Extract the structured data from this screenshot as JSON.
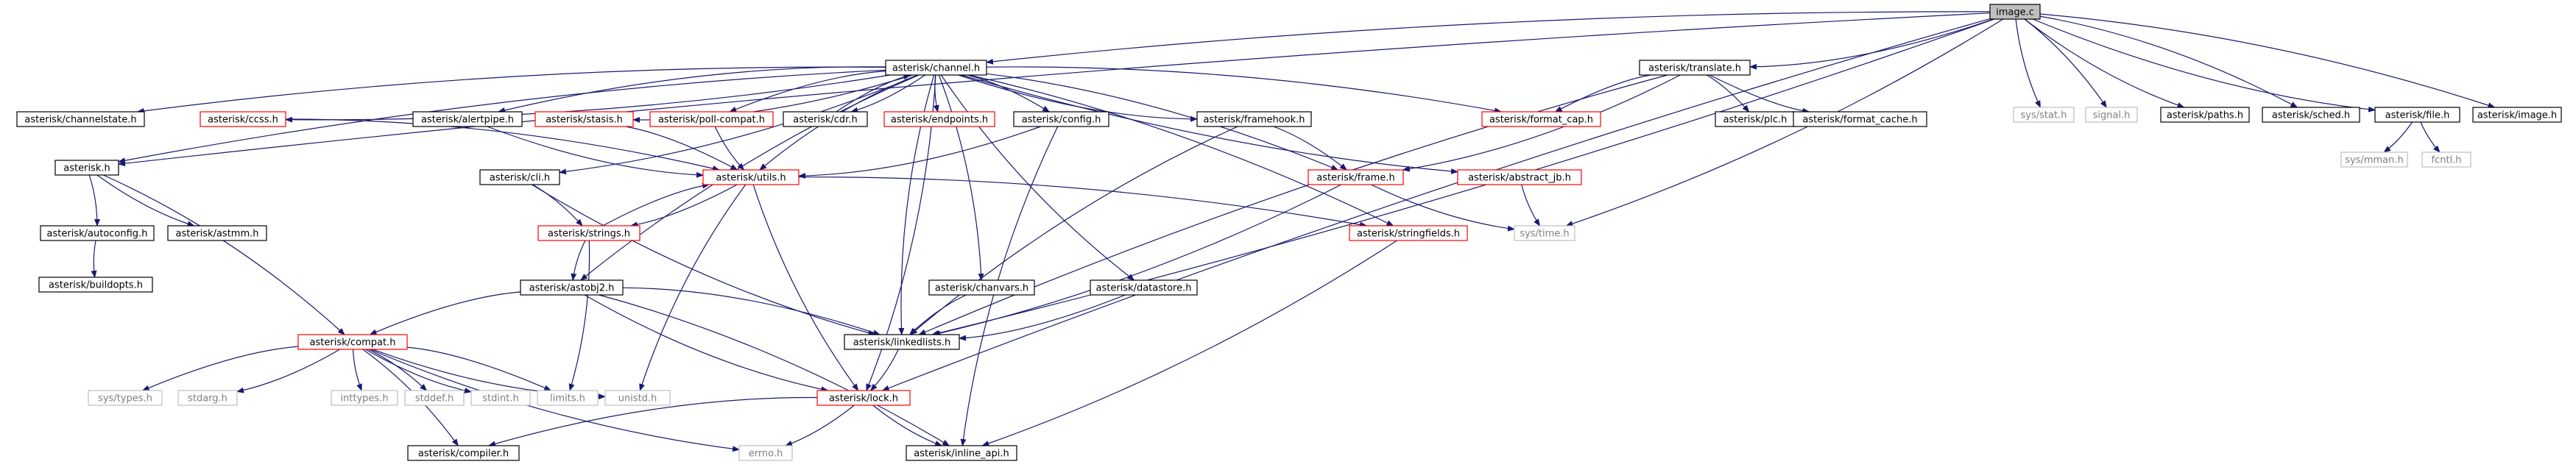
{
  "graph": {
    "colors": {
      "edge": "#191970",
      "root_fill": "#bfbfbf",
      "doc_border": "#000000",
      "partial_border": "#ff0000",
      "missing_border": "#bfbfbf",
      "missing_text": "#7f7f7f"
    },
    "nodes": {
      "image_c": {
        "label": "image.c",
        "kind": "root"
      },
      "channel_h": {
        "label": "asterisk/channel.h",
        "kind": "doc"
      },
      "translate_h": {
        "label": "asterisk/translate.h",
        "kind": "doc"
      },
      "sys_stat": {
        "label": "sys/stat.h",
        "kind": "missing"
      },
      "signal_h": {
        "label": "signal.h",
        "kind": "missing"
      },
      "paths_h": {
        "label": "asterisk/paths.h",
        "kind": "doc"
      },
      "sched_h": {
        "label": "asterisk/sched.h",
        "kind": "doc"
      },
      "file_h": {
        "label": "asterisk/file.h",
        "kind": "doc"
      },
      "image_h": {
        "label": "asterisk/image.h",
        "kind": "doc"
      },
      "channelstate_h": {
        "label": "asterisk/channelstate.h",
        "kind": "doc"
      },
      "ccss_h": {
        "label": "asterisk/ccss.h",
        "kind": "partial"
      },
      "alertpipe_h": {
        "label": "asterisk/alertpipe.h",
        "kind": "doc"
      },
      "stasis_h": {
        "label": "asterisk/stasis.h",
        "kind": "partial"
      },
      "poll_compat_h": {
        "label": "asterisk/poll-compat.h",
        "kind": "partial"
      },
      "cdr_h": {
        "label": "asterisk/cdr.h",
        "kind": "doc"
      },
      "endpoints_h": {
        "label": "asterisk/endpoints.h",
        "kind": "partial"
      },
      "config_h": {
        "label": "asterisk/config.h",
        "kind": "doc"
      },
      "framehook_h": {
        "label": "asterisk/framehook.h",
        "kind": "doc"
      },
      "format_cap_h": {
        "label": "asterisk/format_cap.h",
        "kind": "partial"
      },
      "plc_h": {
        "label": "asterisk/plc.h",
        "kind": "doc"
      },
      "format_cache_h": {
        "label": "asterisk/format_cache.h",
        "kind": "doc"
      },
      "sys_mman": {
        "label": "sys/mman.h",
        "kind": "missing"
      },
      "fcntl_h": {
        "label": "fcntl.h",
        "kind": "missing"
      },
      "asterisk_h": {
        "label": "asterisk.h",
        "kind": "doc"
      },
      "cli_h": {
        "label": "asterisk/cli.h",
        "kind": "doc"
      },
      "utils_h": {
        "label": "asterisk/utils.h",
        "kind": "partial"
      },
      "frame_h": {
        "label": "asterisk/frame.h",
        "kind": "partial"
      },
      "abstract_jb_h": {
        "label": "asterisk/abstract_jb.h",
        "kind": "partial"
      },
      "autoconfig_h": {
        "label": "asterisk/autoconfig.h",
        "kind": "doc"
      },
      "astmm_h": {
        "label": "asterisk/astmm.h",
        "kind": "doc"
      },
      "strings_h": {
        "label": "asterisk/strings.h",
        "kind": "partial"
      },
      "stringfields_h": {
        "label": "asterisk/stringfields.h",
        "kind": "partial"
      },
      "sys_time": {
        "label": "sys/time.h",
        "kind": "missing"
      },
      "buildopts_h": {
        "label": "asterisk/buildopts.h",
        "kind": "doc"
      },
      "astobj2_h": {
        "label": "asterisk/astobj2.h",
        "kind": "doc"
      },
      "chanvars_h": {
        "label": "asterisk/chanvars.h",
        "kind": "doc"
      },
      "datastore_h": {
        "label": "asterisk/datastore.h",
        "kind": "doc"
      },
      "compat_h": {
        "label": "asterisk/compat.h",
        "kind": "partial"
      },
      "linkedlists_h": {
        "label": "asterisk/linkedlists.h",
        "kind": "doc"
      },
      "sys_types": {
        "label": "sys/types.h",
        "kind": "missing"
      },
      "stdarg_h": {
        "label": "stdarg.h",
        "kind": "missing"
      },
      "inttypes_h": {
        "label": "inttypes.h",
        "kind": "missing"
      },
      "stddef_h": {
        "label": "stddef.h",
        "kind": "missing"
      },
      "stdint_h": {
        "label": "stdint.h",
        "kind": "missing"
      },
      "limits_h": {
        "label": "limits.h",
        "kind": "missing"
      },
      "unistd_h": {
        "label": "unistd.h",
        "kind": "missing"
      },
      "lock_h": {
        "label": "asterisk/lock.h",
        "kind": "partial"
      },
      "compiler_h": {
        "label": "asterisk/compiler.h",
        "kind": "doc"
      },
      "errno_h": {
        "label": "errno.h",
        "kind": "missing"
      },
      "inline_api_h": {
        "label": "asterisk/inline_api.h",
        "kind": "doc"
      }
    }
  }
}
